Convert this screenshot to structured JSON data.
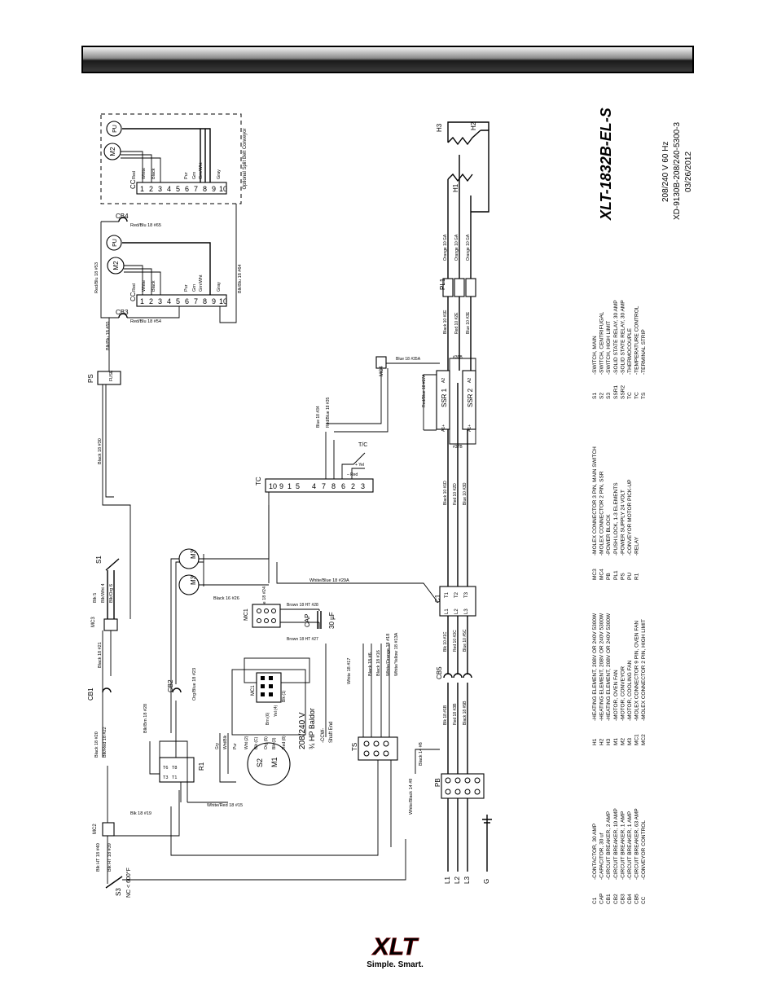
{
  "title": {
    "model": "XLT-1832B-EL-S",
    "voltage": "208/240 V 60 Hz",
    "drawing_no": "XD-9130B-208/240-5300-3",
    "date": "03/26/2012"
  },
  "components": {
    "m1_line1": "208/240 V",
    "m1_line2": "¾ HP Baldor",
    "m1_ccw": "-CCW-",
    "m1_shaft": "Shaft End",
    "cap_label": "CAP",
    "cap_value": "30 µF",
    "conveyor_note": "Optional Split Belt Conveyor",
    "s3_note": "NC < 600°F",
    "lines": [
      "L1",
      "L2",
      "L3",
      "G"
    ]
  },
  "wires": [
    "Blk HT 18 #40",
    "Blk HT 18 #39",
    "Blk 18 #19",
    "White/Red 18 #15",
    "Black 18 #20",
    "Blk/Red 18 #22",
    "Black 18 #21",
    "Blk/Wht 4",
    "Blk/Org 6",
    "Blk 5",
    "Blk/Brn 18 #28",
    "Org/Blue 18 #23",
    "Black 18 #30",
    "Black 16 #26",
    "Org/Blue 18 #24",
    "Brown 18 HT #28",
    "Brown 18 HT #27",
    "White 18 #17",
    "White/Blue 18 #29A",
    "Black 18 #6",
    "Black 18 #16",
    "White/Orange 18 #18",
    "White/Yellow 18 #13A",
    "White/Black 14 #9",
    "Black 14 #8",
    "Blk 18 #1B",
    "Red 18 #3B",
    "Black 18 #5B",
    "Blk 10 #1C",
    "Red 10 #3C",
    "Blue 10 #5C",
    "Blue 18 #34",
    "Red/Blue 18 #35",
    "Blue 18 #35A",
    "Red/Blue 18 #27A",
    "#36B",
    "#37B",
    "Black 10 #1D",
    "Red 10 #2D",
    "Blue 10 #3D",
    "Black 10 #1E",
    "Red 10 #2E",
    "Blue 10 #3E",
    "Orange 10 GA",
    "Orange 10 GA",
    "Orange 10 GA",
    "Red/Blu 18 #53",
    "Blk/Blu 18 #55",
    "Red/Blu 18 #54",
    "Red/Blu 18 #65",
    "Blk/Blu 18 #64"
  ],
  "legend_col1": [
    {
      "code": "C1",
      "desc": "-CONTACTOR, 30 AMP"
    },
    {
      "code": "CAP",
      "desc": "-CAPACITOR, 30 uf"
    },
    {
      "code": "CB1",
      "desc": "-CIRCUIT BREAKER, 2 AMP"
    },
    {
      "code": "CB2",
      "desc": "-CIRCUIT BREAKER, 10 AMP"
    },
    {
      "code": "CB3",
      "desc": "-CIRCUIT BREAKER, 1 AMP"
    },
    {
      "code": "CB4",
      "desc": "-CIRCUIT BREAKER, 1 AMP"
    },
    {
      "code": "CB5",
      "desc": "-CIRCUIT BREAKER, 63 AMP"
    },
    {
      "code": "CC",
      "desc": "-CONVEYOR CONTROL"
    }
  ],
  "legend_col2": [
    {
      "code": "H1",
      "desc": "-HEATING ELEMENT, 208V OR 240V 5300W"
    },
    {
      "code": "H2",
      "desc": "-HEATING ELEMENT, 208V OR 240V 5300W"
    },
    {
      "code": "H3",
      "desc": "-HEATING ELEMENT, 208V OR 240V 5300W"
    },
    {
      "code": "M1",
      "desc": "-MOTOR, OVEN FAN"
    },
    {
      "code": "M2",
      "desc": "-MOTOR, CONVEYOR"
    },
    {
      "code": "M3",
      "desc": "-MOTOR, COOLING FAN"
    },
    {
      "code": "MC1",
      "desc": "-MOLEX CONNECTOR 9 PIN, OVEN FAN"
    },
    {
      "code": "MC2",
      "desc": "-MOLEX CONNECTOR 2 PIN, HIGH LIMIT"
    }
  ],
  "legend_col3": [
    {
      "code": "MC3",
      "desc": "-MOLEX CONNECTOR 3 PIN, MAIN SWITCH"
    },
    {
      "code": "MC4",
      "desc": "-MOLEX CONNECTOR 2 PIN, SSR"
    },
    {
      "code": "PB",
      "desc": "-POWER BLOCK"
    },
    {
      "code": "PL1",
      "desc": "-PUSH LOCK, 1-3 ELEMENTS"
    },
    {
      "code": "PS",
      "desc": "-POWER SUPPLY 24 VOLT"
    },
    {
      "code": "PU",
      "desc": "-CONVEYOR MOTOR PICK-UP"
    },
    {
      "code": "R1",
      "desc": "-RELAY"
    }
  ],
  "legend_col4": [
    {
      "code": "S1",
      "desc": "-SWITCH, MAIN"
    },
    {
      "code": "S2",
      "desc": "-SWITCH, CENTRIFUGAL"
    },
    {
      "code": "S3",
      "desc": "-SWITCH, HIGH LIMIT"
    },
    {
      "code": "SSR1",
      "desc": "-SOLID STATE RELAY, 30 AMP"
    },
    {
      "code": "SSR2",
      "desc": "-SOLID STATE RELAY, 30 AMP"
    },
    {
      "code": "TC",
      "desc": "-THERMOCOUPLE"
    },
    {
      "code": "TC",
      "desc": "-TEMPERATURE CONTROL"
    },
    {
      "code": "TS",
      "desc": "-TERMINAL STRIP"
    }
  ],
  "logo": {
    "text": "XLT",
    "tagline": "Simple. Smart.",
    "color": "#d0161b"
  }
}
